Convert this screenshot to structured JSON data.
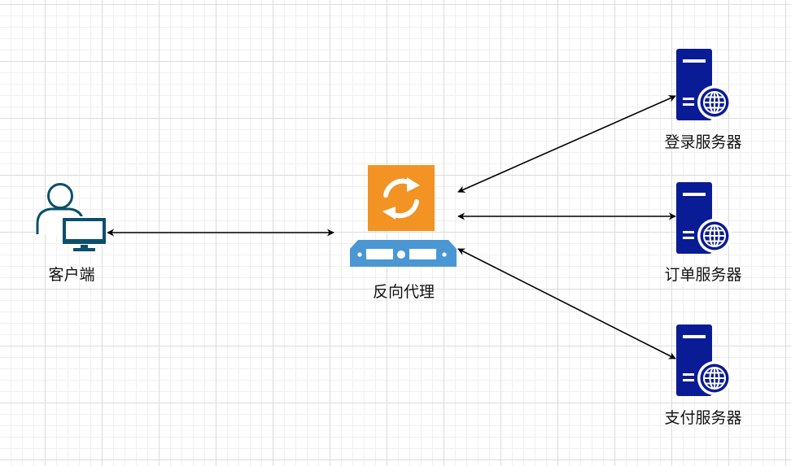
{
  "nodes": {
    "client": {
      "label": "客户端"
    },
    "proxy": {
      "label": "反向代理"
    },
    "login_server": {
      "label": "登录服务器"
    },
    "order_server": {
      "label": "订单服务器"
    },
    "pay_server": {
      "label": "支付服务器"
    }
  },
  "edges": [
    {
      "from": "client",
      "to": "proxy",
      "bidirectional": true
    },
    {
      "from": "proxy",
      "to": "login_server",
      "bidirectional": true
    },
    {
      "from": "proxy",
      "to": "order_server",
      "bidirectional": true
    },
    {
      "from": "proxy",
      "to": "pay_server",
      "bidirectional": true
    }
  ],
  "icons": {
    "client": "user-computer-icon",
    "proxy": "reverse-proxy-icon",
    "server": "web-server-icon"
  },
  "colors": {
    "client_icon": "#0b4f6c",
    "proxy_orange": "#f29323",
    "proxy_blue": "#4a97d4",
    "server_blue": "#0a1b96",
    "edge": "#000000"
  }
}
